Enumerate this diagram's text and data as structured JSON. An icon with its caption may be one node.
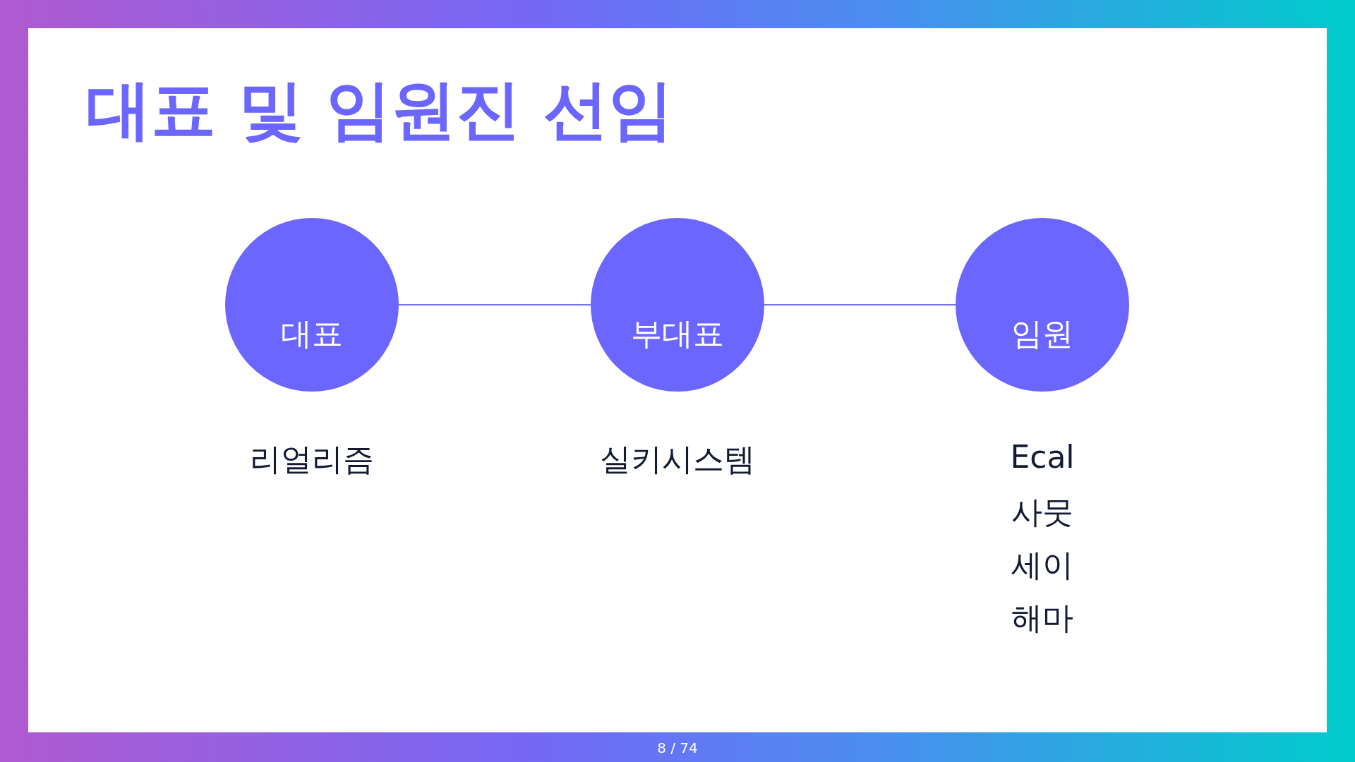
{
  "diagram": {
    "title": "대표 및 임원진 선임",
    "nodes": [
      {
        "text": [
          "대표"
        ],
        "beside": [
          "리얼리즘"
        ]
      },
      {
        "text": [
          "부대표"
        ],
        "beside": [
          "실키시스템"
        ]
      },
      {
        "text": [
          "임원"
        ],
        "beside": [
          "Ecal",
          "사뭇",
          "세이",
          "해마"
        ]
      }
    ],
    "edges": [
      {
        "from": 0,
        "to": 1,
        "arrow": "none"
      },
      {
        "from": 1,
        "to": 2,
        "arrow": "none"
      }
    ],
    "labels": [
      "8 / 74"
    ]
  }
}
